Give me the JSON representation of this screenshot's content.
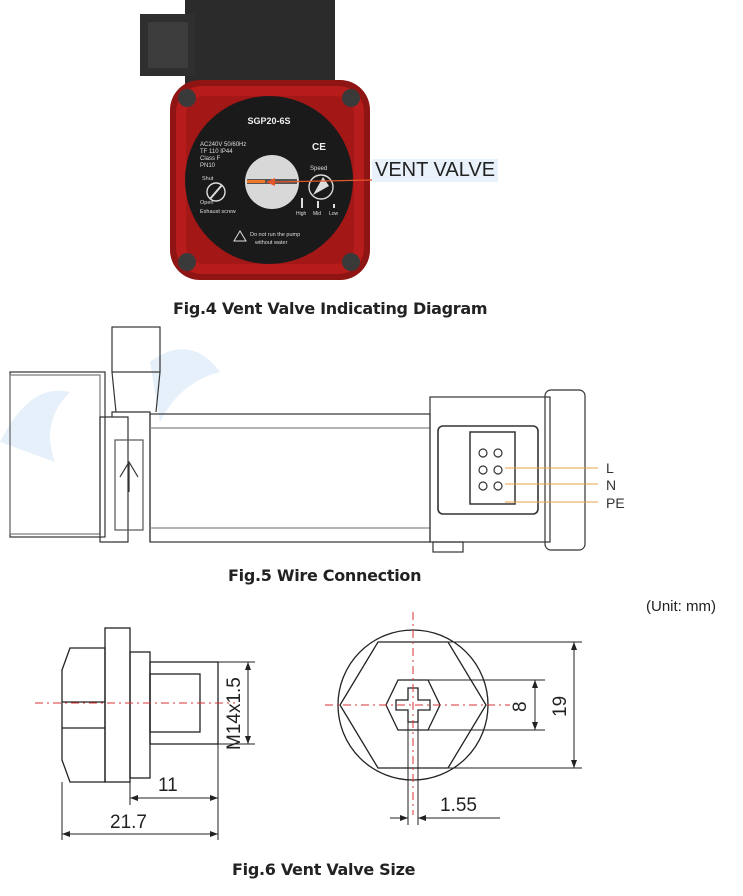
{
  "figure4": {
    "caption": "Fig.4 Vent Valve Indicating Diagram",
    "callout_label": "VENT VALVE",
    "pump": {
      "model": "SGP20-6S",
      "spec_lines": [
        "AC240V  50/60Hz",
        "TF 110    IP44",
        "Class F",
        "PN10"
      ],
      "ce_mark": "CE",
      "shut_label": "Shut",
      "open_label": "Open",
      "exhaust_label": "Exhaust screw",
      "speed_label": "Speed",
      "speed_levels": [
        "High",
        "Mid",
        "Low"
      ],
      "warning_line1": "Do not run the pump",
      "warning_line2": "without water"
    }
  },
  "figure5": {
    "caption": "Fig.5 Wire Connection",
    "terminals": [
      "L",
      "N",
      "PE"
    ]
  },
  "figure6": {
    "caption": "Fig.6 Vent Valve Size",
    "unit_note": "(Unit: mm)",
    "dimensions": {
      "thread": "M14x1.5",
      "length_a": "11",
      "length_b": "21.7",
      "slot_width": "8",
      "across_flats": "19",
      "slot_thickness": "1.55"
    }
  }
}
